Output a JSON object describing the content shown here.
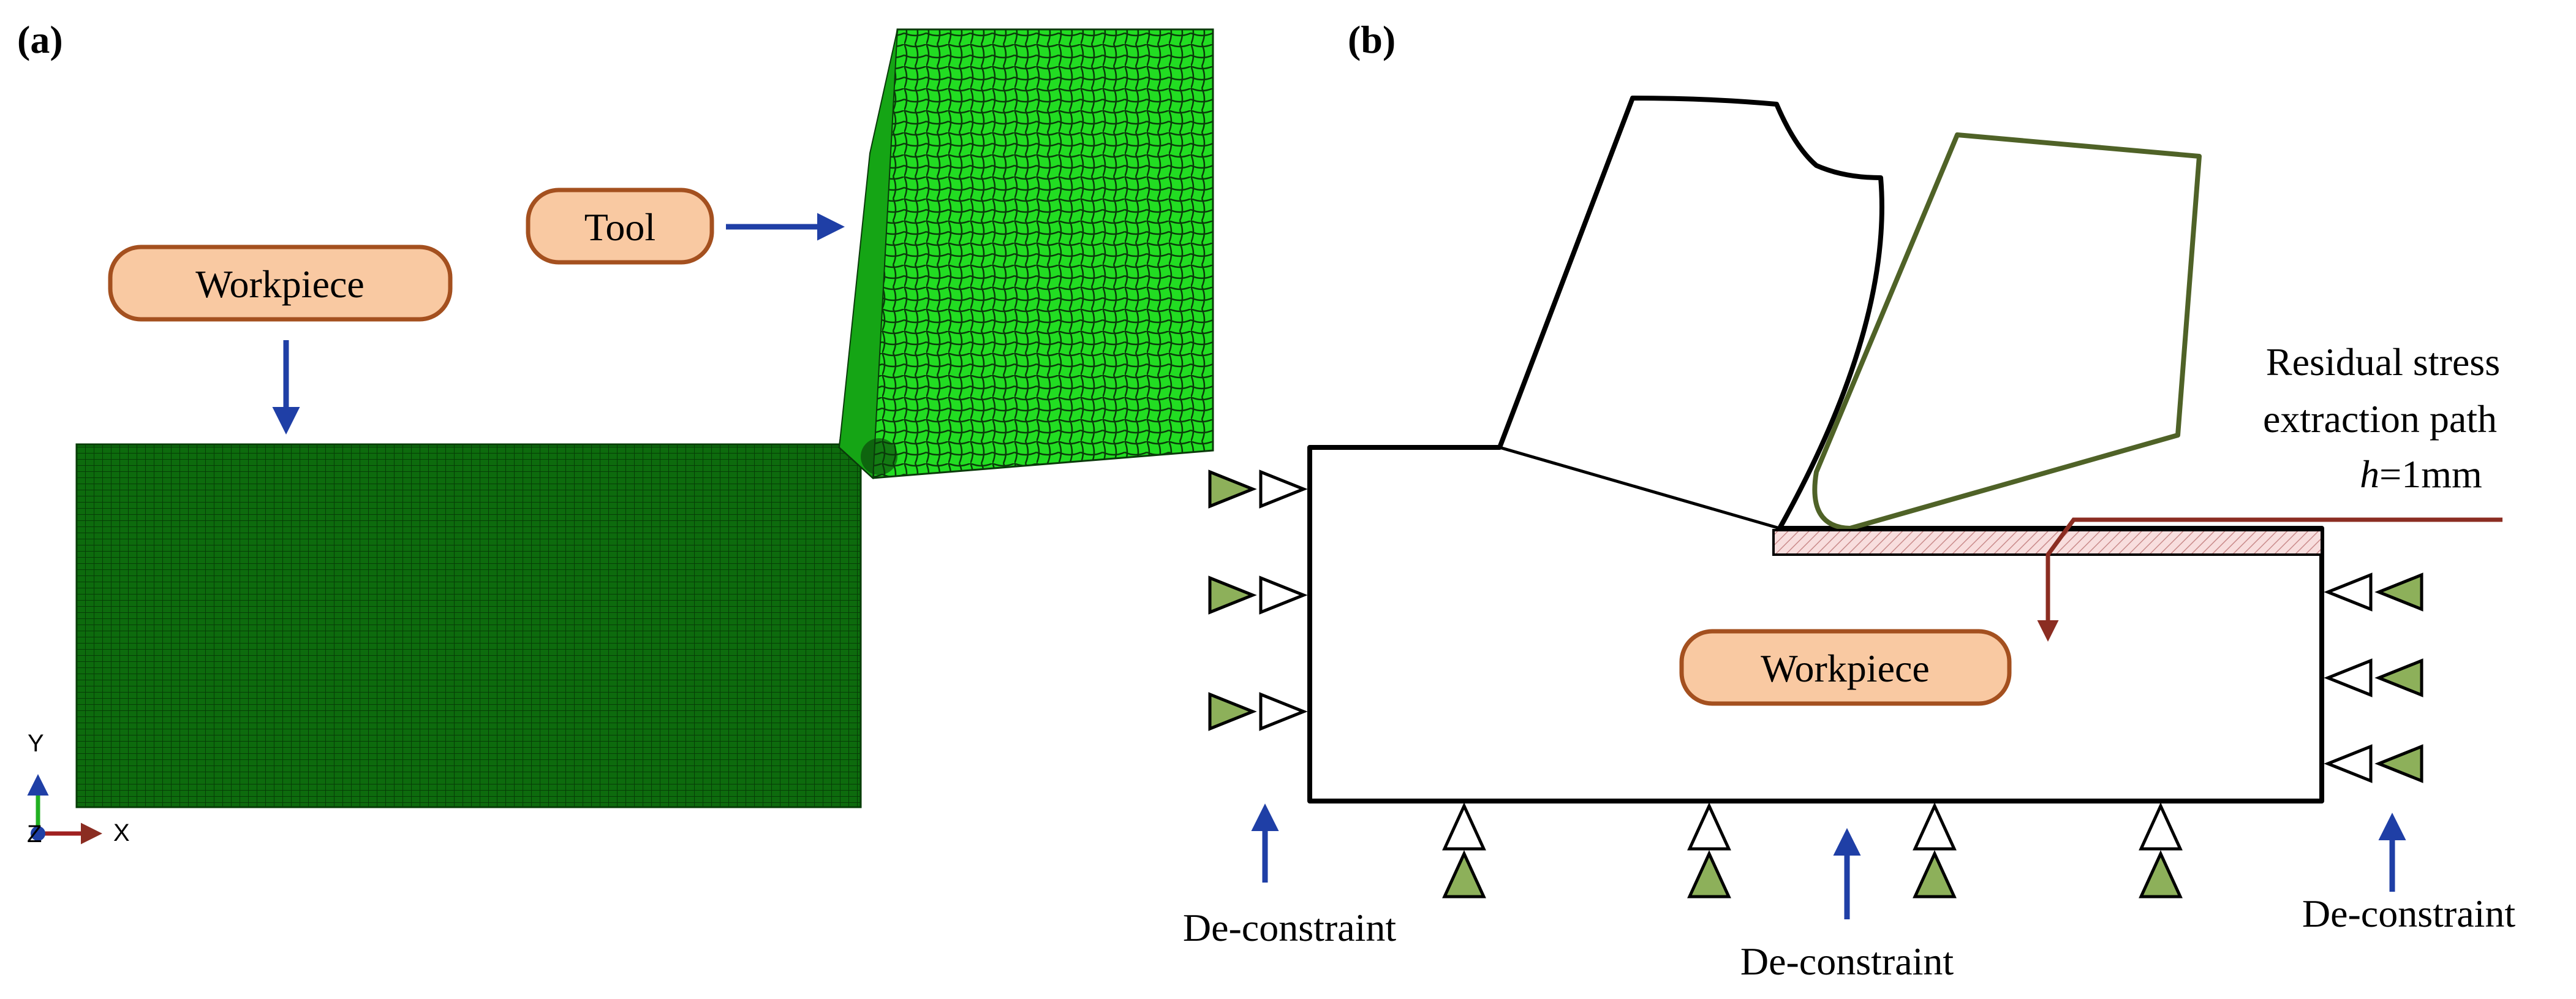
{
  "panel_a": {
    "label": "(a)",
    "workpiece_label": "Workpiece",
    "tool_label": "Tool",
    "axes": {
      "y": "Y",
      "x": "X",
      "z": "Z"
    }
  },
  "panel_b": {
    "label": "(b)",
    "workpiece_label": "Workpiece",
    "path_label_line1": "Residual stress",
    "path_label_line2": "extraction path",
    "depth_var": "h",
    "depth_value": "=1mm",
    "deconstraint_left": "De-constraint",
    "deconstraint_bottom": "De-constraint",
    "deconstraint_right": "De-constraint"
  },
  "colors": {
    "pill_fill": "#f9c9a2",
    "pill_stroke": "#a4501f",
    "arrow_blue": "#1f3fa6",
    "mesh_dark_green": "#0b5e0b",
    "mesh_bright_green": "#1fd61f",
    "constraint_green": "#8db05a",
    "tool_outline": "#4f6227",
    "path_red": "#8b2d22"
  }
}
